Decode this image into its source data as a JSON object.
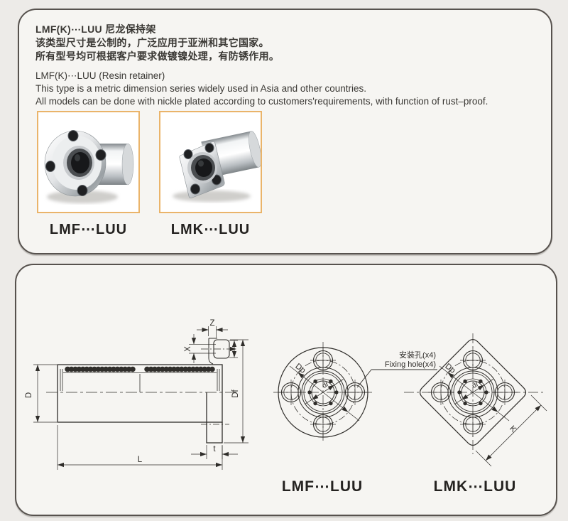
{
  "intro": {
    "zh_title": "LMF(K)⋯LUU 尼龙保持架",
    "zh_line1": "该类型尺寸是公制的，广泛应用于亚洲和其它国家。",
    "zh_line2": "所有型号均可根据客户要求做镀镍处理，有防锈作用。",
    "en_title": "LMF(K)⋯LUU (Resin retainer)",
    "en_line1": "This type is a metric dimension series widely used in Asia and other countries.",
    "en_line2": "All models can be done with nickle plated according to customers'requirements, with function of rust–proof."
  },
  "products": {
    "left_label": "LMF⋯LUU",
    "right_label": "LMK⋯LUU"
  },
  "drawing": {
    "dims": {
      "D": "D",
      "Df": "Df",
      "L": "L",
      "t": "t",
      "Z": "Z",
      "X": "X",
      "Dp": "Dp",
      "dr": "dr",
      "K": "K"
    },
    "fixing_hole_zh": "安装孔(x4)",
    "fixing_hole_en": "Fixing hole(x4)",
    "label_lmf": "LMF⋯LUU",
    "label_lmk": "LMK⋯LUU"
  },
  "colors": {
    "page_bg": "#edebe8",
    "panel_bg": "#f6f5f2",
    "panel_border": "#57524e",
    "accent_border": "#eab46a",
    "ink": "#2f2d2a"
  }
}
